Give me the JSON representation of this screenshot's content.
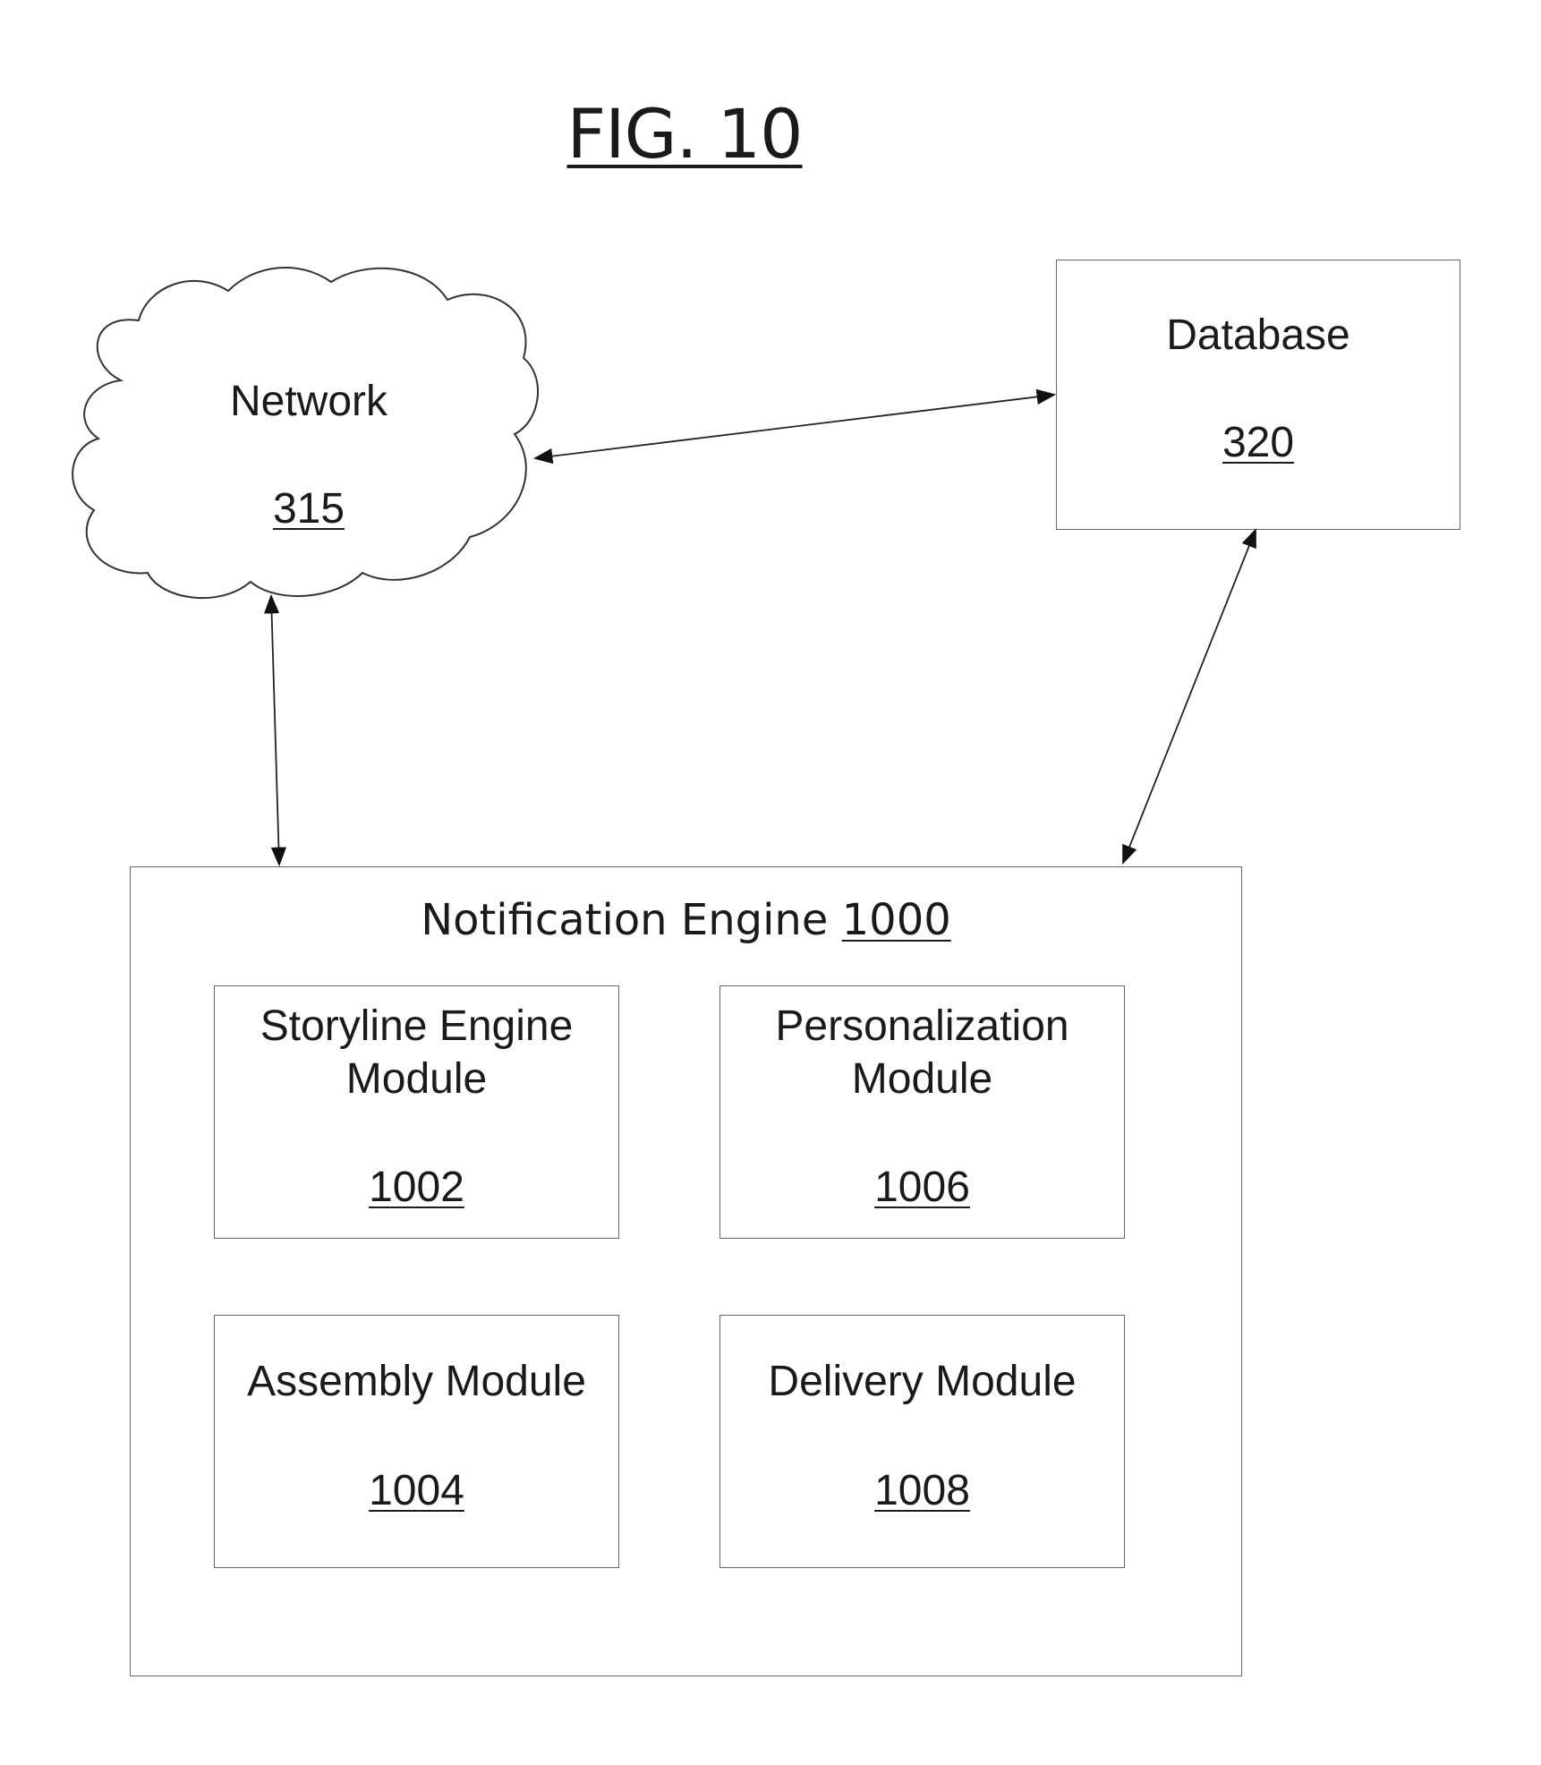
{
  "figure": {
    "title": "FIG. 10"
  },
  "network": {
    "label": "Network",
    "ref": "315"
  },
  "database": {
    "label": "Database",
    "ref": "320"
  },
  "engine": {
    "label": "Notification Engine",
    "ref": "1000"
  },
  "modules": [
    {
      "line1": "Storyline Engine",
      "line2": "Module",
      "ref": "1002"
    },
    {
      "line1": "Personalization",
      "line2": "Module",
      "ref": "1006"
    },
    {
      "line1": "Assembly Module",
      "ref": "1004"
    },
    {
      "line1": "Delivery Module",
      "ref": "1008"
    }
  ]
}
